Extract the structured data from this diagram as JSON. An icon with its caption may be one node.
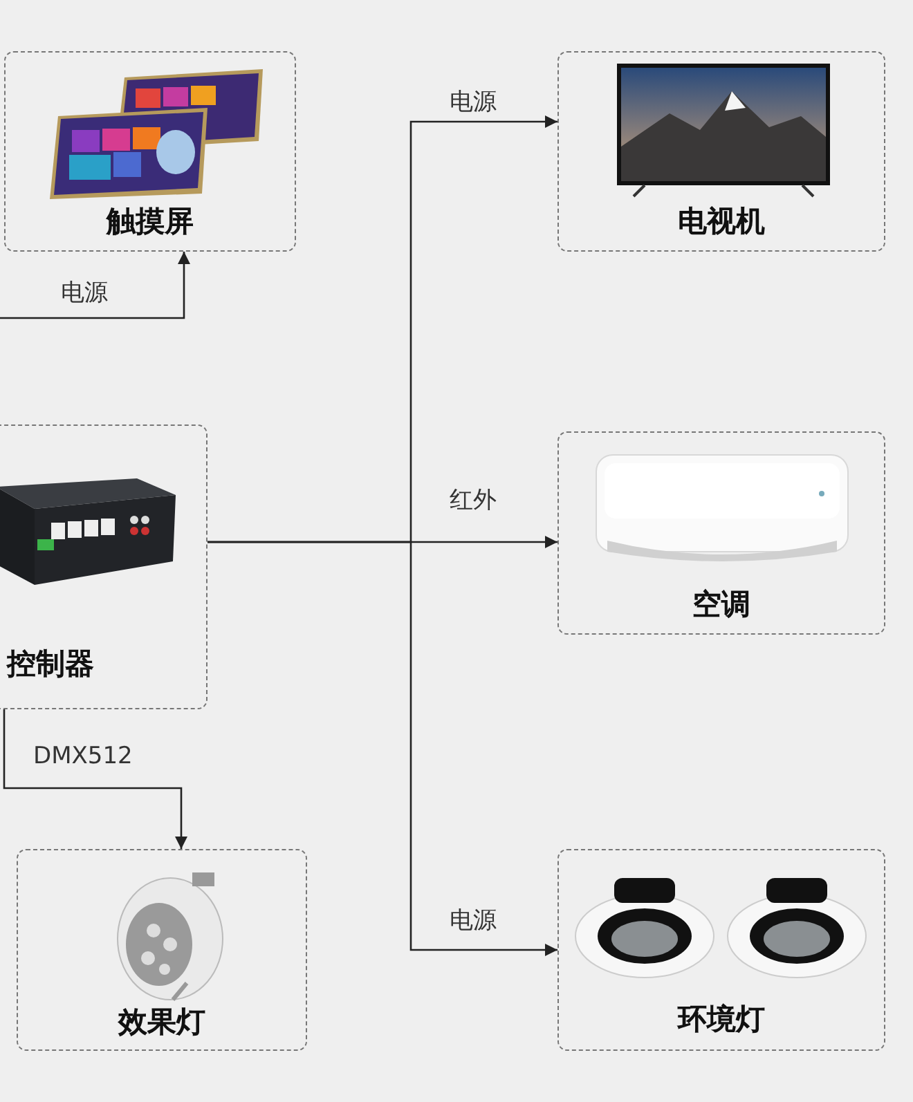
{
  "diagram": {
    "nodes": [
      {
        "text": [
          "触摸屏"
        ]
      },
      {
        "text": [
          "电视机"
        ]
      },
      {
        "text": [
          "控制器"
        ]
      },
      {
        "text": [
          "空调"
        ]
      },
      {
        "text": [
          "效果灯"
        ]
      },
      {
        "text": [
          "环境灯"
        ]
      }
    ],
    "edges": [
      {
        "from": null,
        "to": 0,
        "arrow": "to",
        "label": "电源"
      },
      {
        "from": 2,
        "to": 1,
        "arrow": "to",
        "label": "电源"
      },
      {
        "from": 2,
        "to": 3,
        "arrow": "to",
        "label": "红外"
      },
      {
        "from": 2,
        "to": 5,
        "arrow": "to",
        "label": "电源"
      },
      {
        "from": 2,
        "to": 4,
        "arrow": "to",
        "label": "DMX512"
      }
    ]
  }
}
